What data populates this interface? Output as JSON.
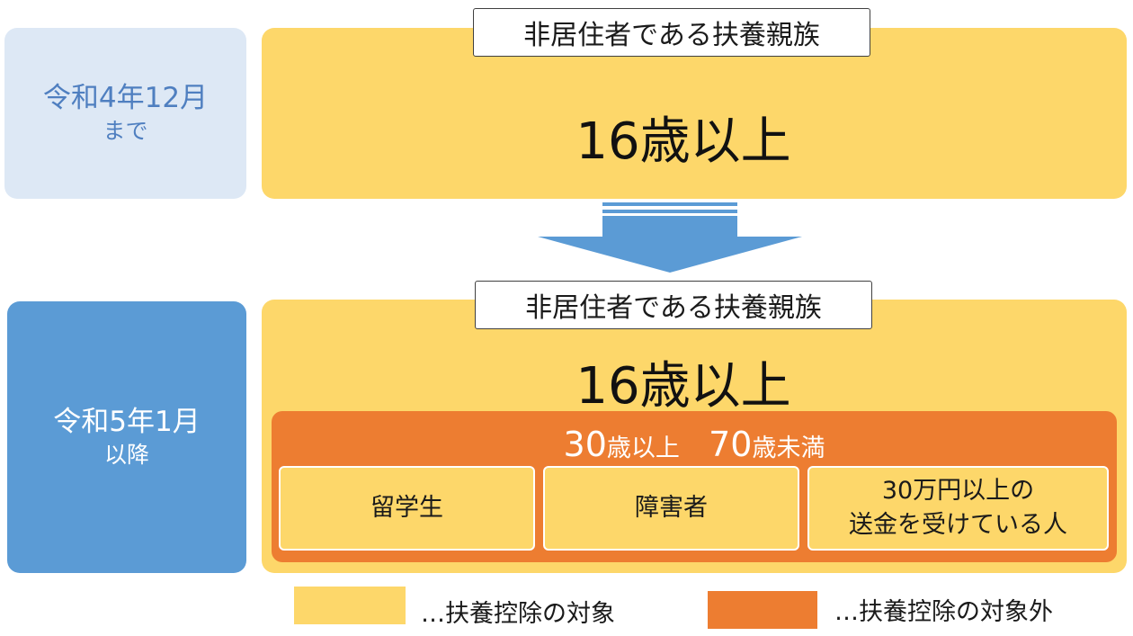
{
  "colors": {
    "target": "#fdd76a",
    "excluded": "#ed7d31",
    "arrow": "#5b9bd5",
    "period_before_bg": "#dde8f5",
    "period_after_bg": "#5b9bd5"
  },
  "before": {
    "period_line1": "令和4年12月",
    "period_line2": "まで",
    "tag": "非居住者である扶養親族",
    "age": "16歳以上"
  },
  "after": {
    "period_line1": "令和5年1月",
    "period_line2": "以降",
    "tag": "非居住者である扶養親族",
    "age": "16歳以上",
    "range": {
      "from_num": "30",
      "from_unit": "歳以上",
      "to_num": "70",
      "to_unit": "歳未満"
    },
    "categories": [
      {
        "line1": "留学生",
        "line2": ""
      },
      {
        "line1": "障害者",
        "line2": ""
      },
      {
        "line1": "30万円以上の",
        "line2": "送金を受けている人"
      }
    ]
  },
  "legend": {
    "target_label": "…扶養控除の対象",
    "excluded_label": "…扶養控除の対象外"
  }
}
